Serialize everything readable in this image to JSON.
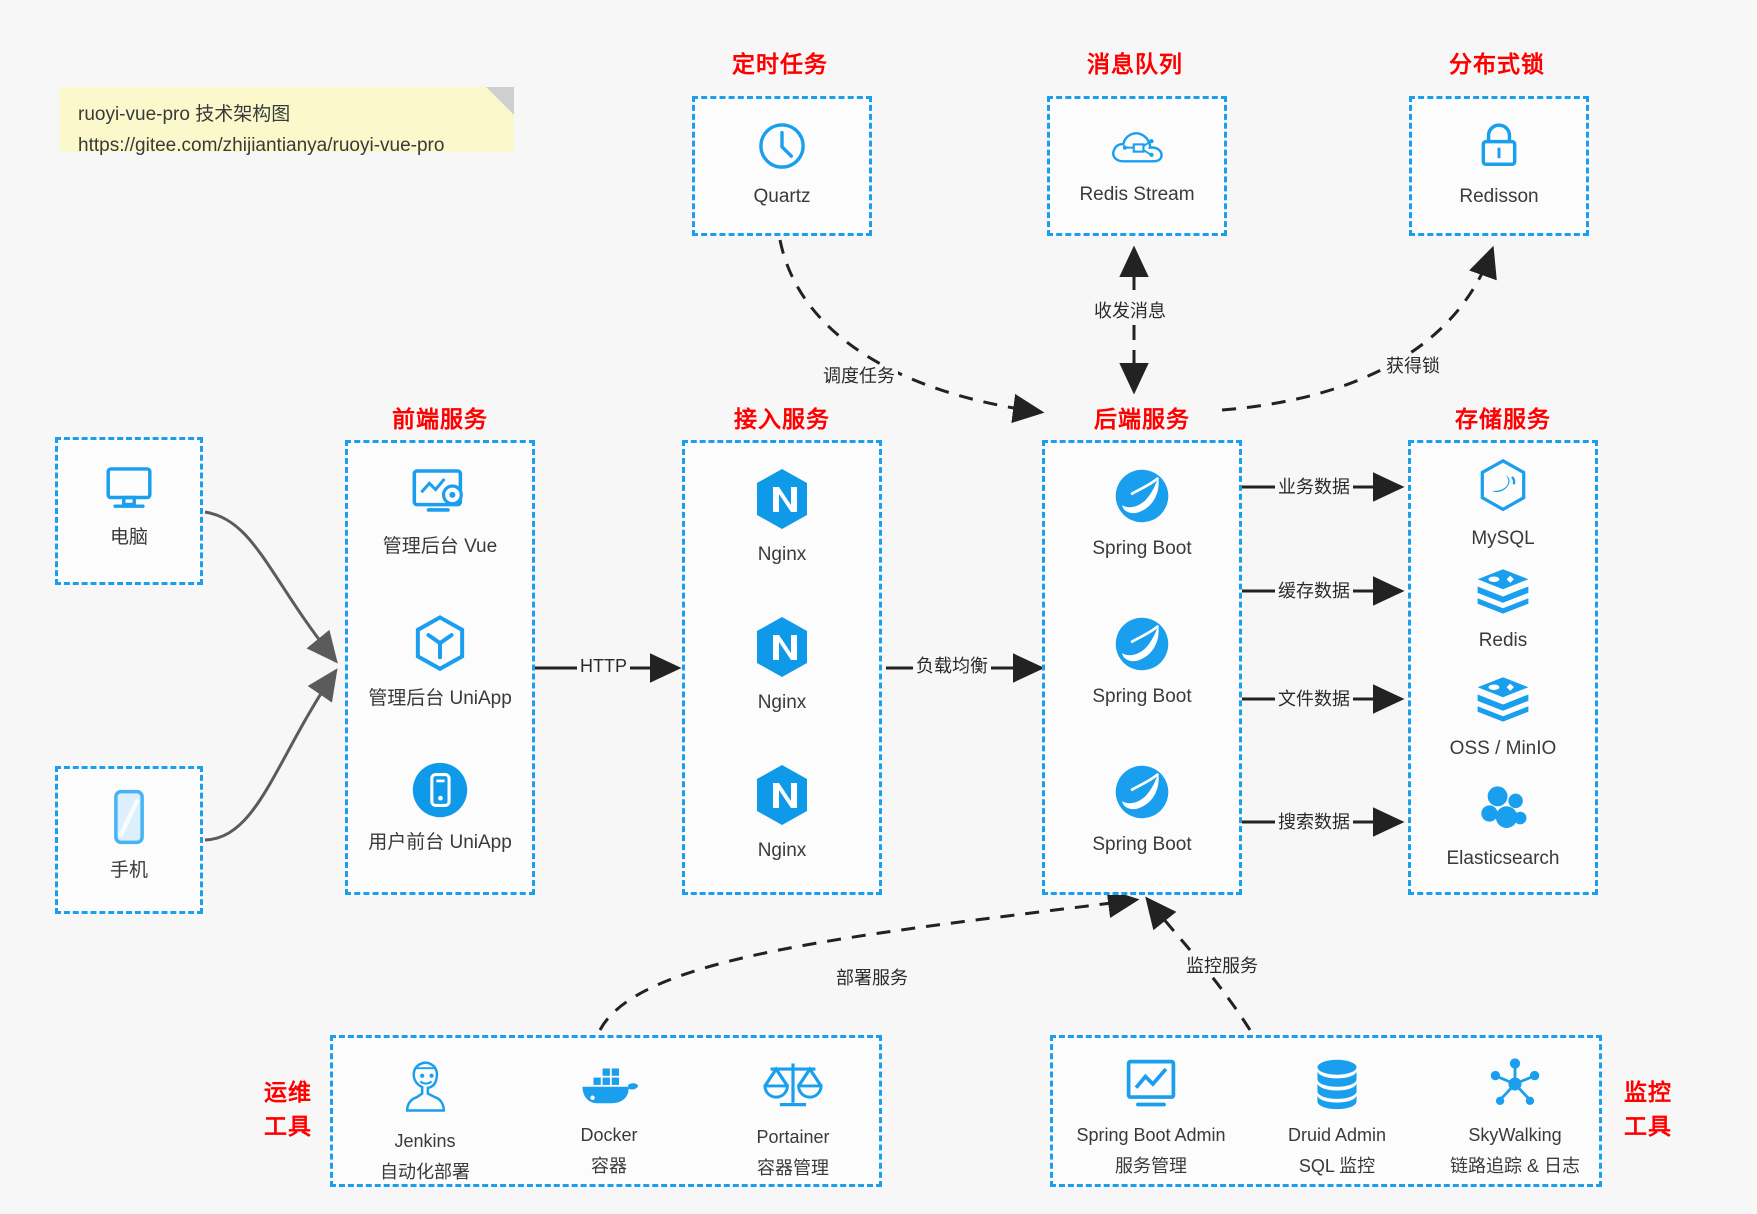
{
  "note": {
    "line1": "ruoyi-vue-pro 技术架构图",
    "line2": "https://gitee.com/zhijiantianya/ruoyi-vue-pro"
  },
  "colors": {
    "accent_blue": "#1a9fef",
    "title_red": "#ff0000",
    "note_bg": "#fbf8cc",
    "canvas_bg": "#f7f7f7",
    "arrow_dark": "#222222",
    "arrow_gray": "#555555"
  },
  "groups": {
    "scheduler": {
      "title": "定时任务"
    },
    "mq": {
      "title": "消息队列"
    },
    "lock": {
      "title": "分布式锁"
    },
    "frontend": {
      "title": "前端服务"
    },
    "gateway": {
      "title": "接入服务"
    },
    "backend": {
      "title": "后端服务"
    },
    "storage": {
      "title": "存储服务"
    },
    "devops": {
      "title_line1": "运维",
      "title_line2": "工具"
    },
    "monitor": {
      "title_line1": "监控",
      "title_line2": "工具"
    }
  },
  "nodes": {
    "quartz": {
      "label": "Quartz",
      "icon": "clock-icon"
    },
    "redis_stream": {
      "label": "Redis Stream",
      "icon": "cloud-network-icon"
    },
    "redisson": {
      "label": "Redisson",
      "icon": "lock-icon"
    },
    "computer": {
      "label": "电脑",
      "icon": "desktop-icon"
    },
    "phone": {
      "label": "手机",
      "icon": "mobile-icon"
    }
  },
  "clients": [
    {
      "label": "电脑",
      "icon": "desktop-icon"
    },
    {
      "label": "手机",
      "icon": "mobile-icon"
    }
  ],
  "frontend_items": [
    {
      "label": "管理后台 Vue",
      "icon": "dashboard-gear-icon"
    },
    {
      "label": "管理后台 UniApp",
      "icon": "cube-icon"
    },
    {
      "label": "用户前台 UniApp",
      "icon": "mobile-app-icon"
    }
  ],
  "gateway_items": [
    {
      "label": "Nginx",
      "icon": "nginx-icon"
    },
    {
      "label": "Nginx",
      "icon": "nginx-icon"
    },
    {
      "label": "Nginx",
      "icon": "nginx-icon"
    }
  ],
  "backend_items": [
    {
      "label": "Spring Boot",
      "icon": "spring-boot-icon"
    },
    {
      "label": "Spring Boot",
      "icon": "spring-boot-icon"
    },
    {
      "label": "Spring Boot",
      "icon": "spring-boot-icon"
    }
  ],
  "storage_items": [
    {
      "label": "MySQL",
      "icon": "mysql-icon"
    },
    {
      "label": "Redis",
      "icon": "redis-icon"
    },
    {
      "label": "OSS / MinIO",
      "icon": "redis-icon"
    },
    {
      "label": "Elasticsearch",
      "icon": "elasticsearch-icon"
    }
  ],
  "devops_items": [
    {
      "label": "Jenkins",
      "sub": "自动化部署",
      "icon": "jenkins-icon"
    },
    {
      "label": "Docker",
      "sub": "容器",
      "icon": "docker-icon"
    },
    {
      "label": "Portainer",
      "sub": "容器管理",
      "icon": "scales-icon"
    }
  ],
  "monitor_items": [
    {
      "label": "Spring Boot Admin",
      "sub": "服务管理",
      "icon": "monitor-chart-icon"
    },
    {
      "label": "Druid Admin",
      "sub": "SQL 监控",
      "icon": "database-icon"
    },
    {
      "label": "SkyWalking",
      "sub": "链路追踪 & 日志",
      "icon": "skywalking-icon"
    }
  ],
  "edges": {
    "http": "HTTP",
    "load_balance": "负载均衡",
    "schedule_task": "调度任务",
    "send_receive_message": "收发消息",
    "acquire_lock": "获得锁",
    "business_data": "业务数据",
    "cache_data": "缓存数据",
    "file_data": "文件数据",
    "search_data": "搜索数据",
    "deploy_service": "部署服务",
    "monitor_service": "监控服务"
  }
}
